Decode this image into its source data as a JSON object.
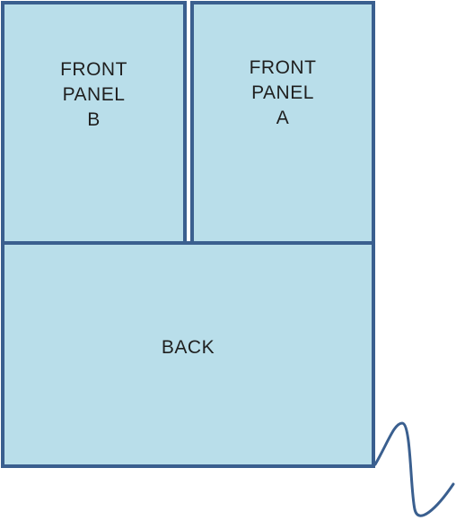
{
  "panels": {
    "front_b": {
      "label": "FRONT\nPANEL\nB"
    },
    "front_a": {
      "label": "FRONT\nPANEL\nA"
    },
    "back": {
      "label": "BACK"
    }
  },
  "colors": {
    "panel_fill": "#b9deea",
    "panel_border": "#3a5f8f",
    "tail_stroke": "#3a5f8f"
  }
}
